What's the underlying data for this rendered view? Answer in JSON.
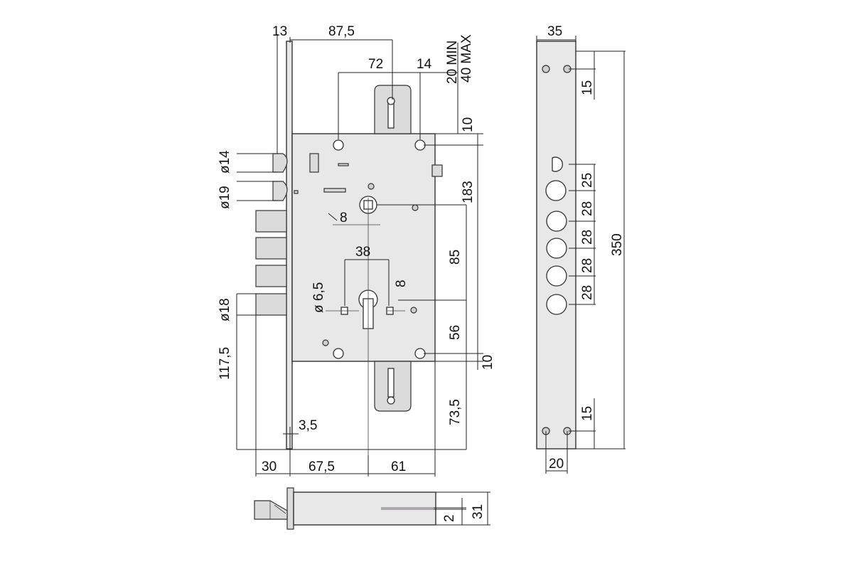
{
  "front_view": {
    "top": [
      "13",
      "87,5",
      "72",
      "14"
    ],
    "travel_min": "20 MIN",
    "travel_max": "40 MAX",
    "right": [
      "10",
      "183",
      "85",
      "56",
      "10",
      "73,5"
    ],
    "left": [
      "ø14",
      "ø19",
      "ø18",
      "117,5"
    ],
    "inner": [
      "8",
      "38",
      "ø 6,5",
      "8",
      "3,5"
    ],
    "bottom": [
      "30",
      "67,5",
      "61"
    ]
  },
  "side_view": {
    "top": "35",
    "bottom": "20",
    "spacings": [
      "15",
      "25",
      "28",
      "28",
      "28",
      "28",
      "15"
    ],
    "total": "350"
  },
  "bottom_view": {
    "dims": [
      "2",
      "31"
    ]
  }
}
